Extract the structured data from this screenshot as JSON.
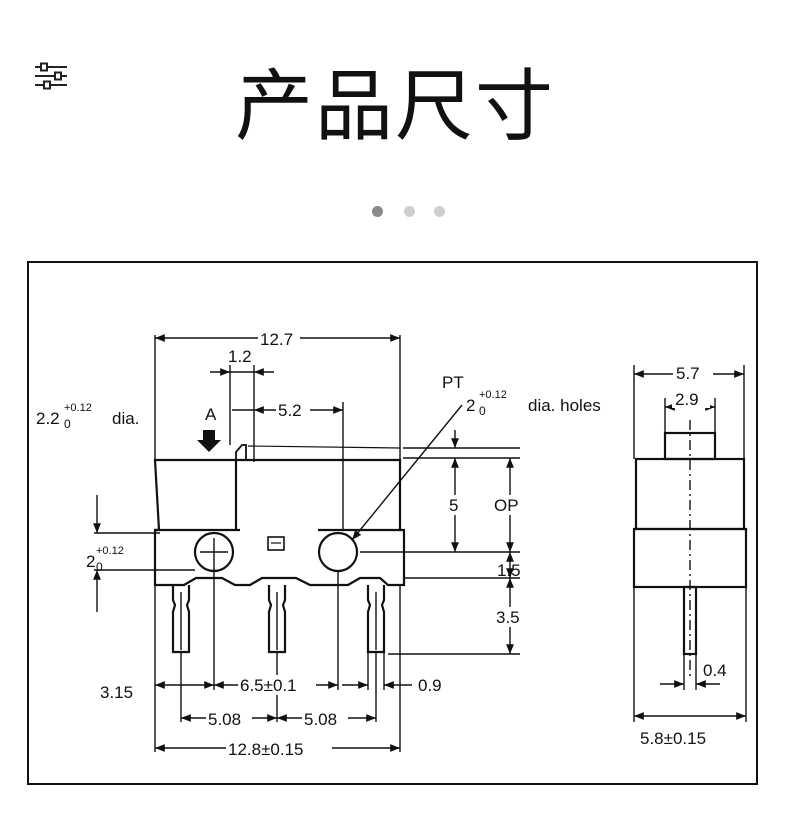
{
  "header": {
    "title": "产品尺寸",
    "filter_icon": "sliders-icon",
    "carousel_dots": 3,
    "active_dot": 0
  },
  "colors": {
    "dot_active": "#8a8a8a",
    "dot_inactive": "#cfcfcf",
    "line": "#111111"
  },
  "diagram": {
    "front": {
      "overall_width": "12.7",
      "actuator_offset": "1.2",
      "actuator_to_mid": "5.2",
      "mount_hole_left_base": "2.2",
      "mount_hole_left_tol": "+0.12",
      "mount_hole_left_tol0": "0",
      "mount_hole_left_suffix": "dia.",
      "force_marker": "A",
      "pt_label": "PT",
      "mount_holes_base": "2",
      "mount_holes_tol": "+0.12",
      "mount_holes_tol0": "0",
      "mount_holes_suffix": "dia. holes",
      "pt_height": "5",
      "op_label": "OP",
      "hole_bottom_gap": "1.5",
      "pin_length": "3.5",
      "hole_dia_base": "2",
      "hole_dia_tol": "+0.12",
      "hole_dia_tol0": "0",
      "pin_left_offset": "3.15",
      "pin_pitch_outer": "6.5±0.1",
      "pin_width": "0.9",
      "pin_pitch_left": "5.08",
      "pin_pitch_right": "5.08",
      "overall_base": "12.8±0.15"
    },
    "side": {
      "width_top": "5.7",
      "plunger_width": "2.9",
      "pin_thickness": "0.4",
      "base_width": "5.8±0.15"
    }
  }
}
